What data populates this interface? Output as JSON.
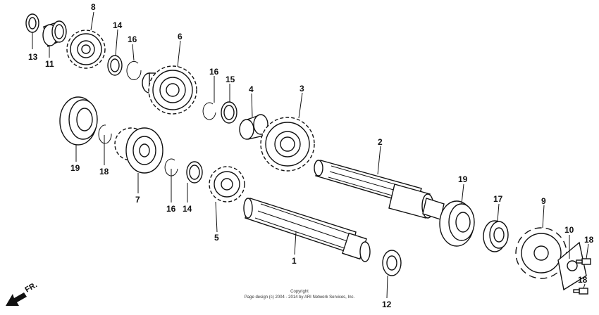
{
  "diagram": {
    "callouts": [
      "13",
      "11",
      "8",
      "14",
      "16",
      "6",
      "16",
      "15",
      "4",
      "3",
      "19",
      "18",
      "7",
      "16",
      "14",
      "5",
      "2",
      "1",
      "19",
      "17",
      "9",
      "10",
      "18",
      "18",
      "12"
    ],
    "direction_label": "FR.",
    "copyright_line1": "Copyright",
    "copyright_line2": "Page design (c) 2004 - 2014 by ARI Network Services, Inc."
  }
}
